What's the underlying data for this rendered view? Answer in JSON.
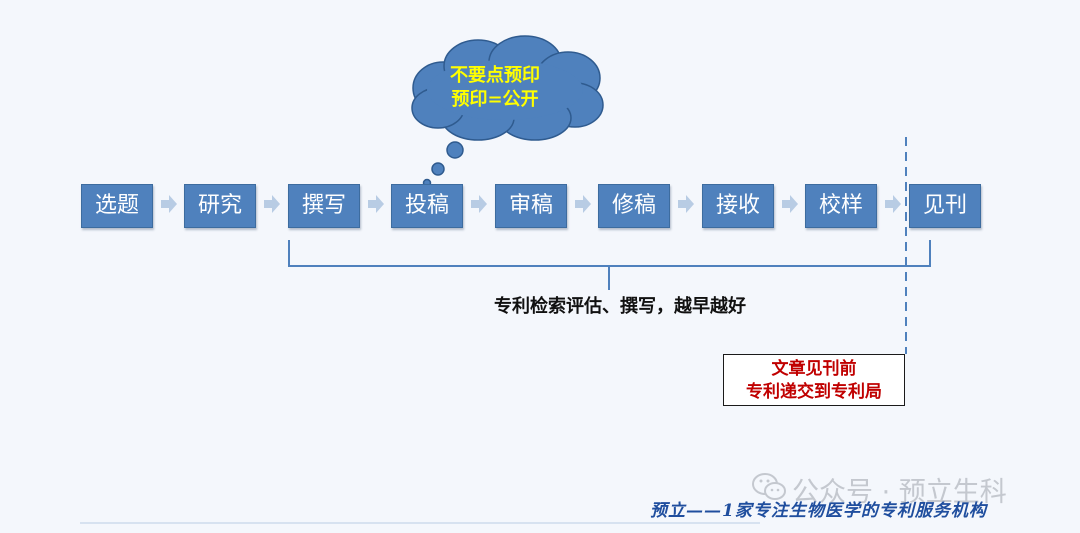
{
  "steps": [
    {
      "label": "选题"
    },
    {
      "label": "研究"
    },
    {
      "label": "撰写"
    },
    {
      "label": "投稿"
    },
    {
      "label": "审稿"
    },
    {
      "label": "修稿"
    },
    {
      "label": "接收"
    },
    {
      "label": "校样"
    },
    {
      "label": "见刊"
    }
  ],
  "callout": {
    "line1": "不要点预印",
    "line2": "预印=公开"
  },
  "brace_label": "专利检索评估、撰写，越早越好",
  "deadline_box": {
    "line1": "文章见刊前",
    "line2": "专利递交到专利局"
  },
  "watermark": {
    "text": "公众号 · 预立生科"
  },
  "footer": {
    "text": "预立——1家专注生物医学的专利服务机构"
  },
  "colors": {
    "step_fill": "#4f81bd",
    "arrow": "#b8cce4",
    "cloud_fill": "#4f81bd",
    "callout_text": "#ffff00",
    "deadline_text": "#c00000",
    "footer_text": "#1f4e9e"
  }
}
